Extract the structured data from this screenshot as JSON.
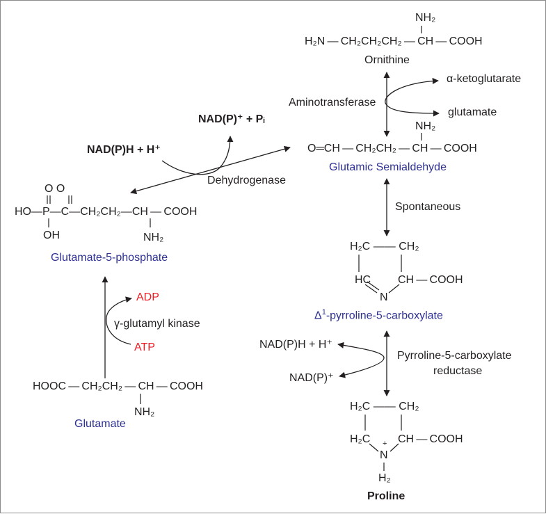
{
  "colors": {
    "text": "#231f20",
    "compound_name": "#2e3192",
    "atp_adp": "#ed1c24",
    "border": "#8a8a8a"
  },
  "compounds": {
    "ornithine": {
      "amine": "NH₂",
      "formula": "H₂N — CH₂CH₂CH₂ — CH — COOH",
      "name": "Ornithine"
    },
    "glutamic_semialdehyde": {
      "amine": "NH₂",
      "formula": "O═CH — CH₂CH₂ — CH — COOH",
      "name": "Glutamic Semialdehyde"
    },
    "glutamate_5_phosphate": {
      "oxo_labels": "O    O",
      "formula": "HO—P—C—CH₂CH₂—CH — COOH",
      "hydroxyl": "OH",
      "amine": "NH₂",
      "name": "Glutamate-5-phosphate"
    },
    "glutamate": {
      "formula": "HOOC — CH₂CH₂ — CH — COOH",
      "amine": "NH₂",
      "name": "Glutamate"
    },
    "p5c": {
      "ring_top": "H₂C —— CH₂",
      "ring_left": "HC",
      "ring_right": "CH — COOH",
      "ring_n": "N",
      "name_delta": "Δ",
      "name_super": "1",
      "name_rest": "-pyrroline-5-carboxylate"
    },
    "proline": {
      "ring_top": "H₂C —— CH₂",
      "ring_left": "H₂C",
      "ring_right": "CH — COOH",
      "plus": "+",
      "ring_n": "N",
      "ring_nh": "H₂",
      "name": "Proline"
    }
  },
  "enzymes": {
    "aminotransferase": "Aminotransferase",
    "dehydrogenase": "Dehydrogenase",
    "spontaneous": "Spontaneous",
    "glutamyl_kinase": "γ-glutamyl kinase",
    "reductase_line1": "Pyrroline-5-carboxylate",
    "reductase_line2": "reductase"
  },
  "cofactors": {
    "alpha_ketoglutarate": "α-ketoglutarate",
    "glutamate": "glutamate",
    "nadp_plus_pi": "NAD(P)⁺ + Pᵢ",
    "nadph_h_bold": "NAD(P)H + H⁺",
    "adp": "ADP",
    "atp": "ATP",
    "nadph_h": "NAD(P)H + H⁺",
    "nadp_plus": "NAD(P)⁺"
  }
}
